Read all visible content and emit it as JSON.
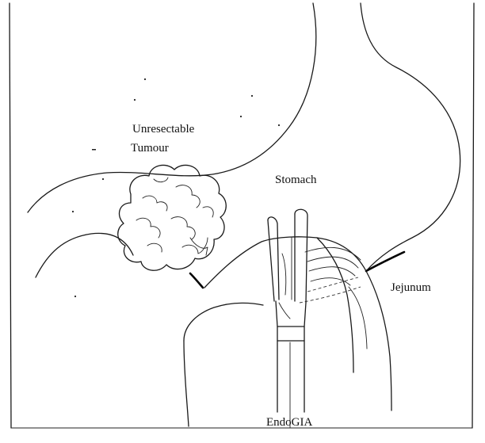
{
  "labels": {
    "tumour_line1": "Unresectable",
    "tumour_line2": "Tumour",
    "stomach": "Stomach",
    "jejunum": "Jejunum",
    "stapler": "EndoGIA"
  },
  "colors": {
    "ink": "#1a1a1a",
    "background": "#ffffff"
  }
}
